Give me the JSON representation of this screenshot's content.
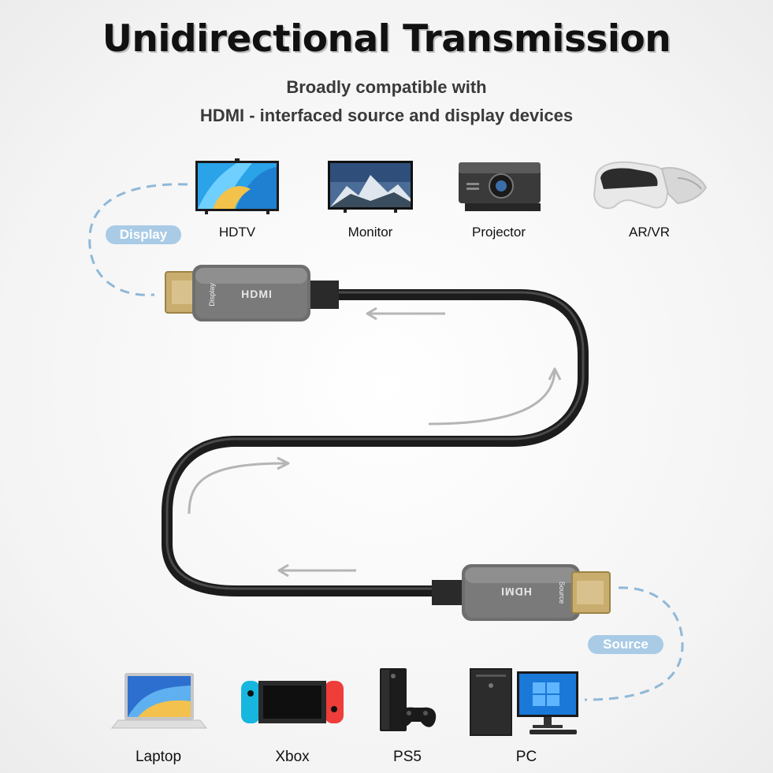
{
  "title": "Unidirectional Transmission",
  "subtitle_line1": "Broadly compatible with",
  "subtitle_line2": "HDMI - interfaced source and display devices",
  "display_badge": "Display",
  "source_badge": "Source",
  "connector_brand": "HDMI",
  "connector_top_label": "Display",
  "connector_bottom_label": "Source",
  "display_devices": [
    {
      "label": "HDTV",
      "icon": "hdtv-icon"
    },
    {
      "label": "Monitor",
      "icon": "monitor-icon"
    },
    {
      "label": "Projector",
      "icon": "projector-icon"
    },
    {
      "label": "AR/VR",
      "icon": "vr-headset-icon"
    }
  ],
  "source_devices": [
    {
      "label": "Laptop",
      "icon": "laptop-icon"
    },
    {
      "label": "Xbox",
      "icon": "switch-console-icon"
    },
    {
      "label": "PS5",
      "icon": "xbox-console-icon"
    },
    {
      "label": "PC",
      "icon": "desktop-pc-icon"
    }
  ],
  "colors": {
    "badge": "#a9cbe6",
    "cable": "#1c1c1c",
    "connector": "#6e6e6e",
    "plug": "#c8ad6e",
    "arrow": "#b5b5b5"
  }
}
